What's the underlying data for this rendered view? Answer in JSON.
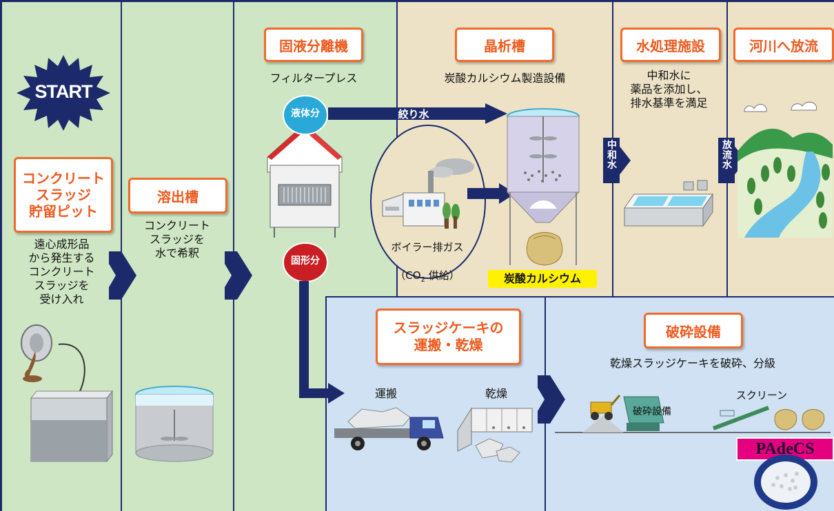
{
  "start_label": "START",
  "stage1": {
    "title": "コンクリート\nスラッジ\n貯留ピット",
    "desc": "遠心成形品\nから発生する\nコンクリート\nスラッジを\n受け入れ"
  },
  "stage2": {
    "title": "溶出槽",
    "desc": "コンクリート\nスラッジを\n水で希釈"
  },
  "stage3": {
    "title": "固液分離機",
    "desc": "フィルタープレス",
    "liquid_badge": "液体分",
    "solid_badge": "固形分",
    "pipe_label": "絞り水"
  },
  "stage4": {
    "title": "晶析槽",
    "desc": "炭酸カルシウム製造設備",
    "boiler_label": "ボイラー排ガス",
    "boiler_sub_prefix": "（CO",
    "boiler_sub_subscript": "2",
    "boiler_sub_suffix": " 供給）",
    "product_label": "炭酸カルシウム"
  },
  "stage5": {
    "title": "水処理施設",
    "desc": "中和水に\n薬品を添加し、\n排水基準を満足",
    "inflow_label": "中和水"
  },
  "stage6": {
    "title": "河川へ放流",
    "inflow_label": "放流水"
  },
  "stage7": {
    "title": "スラッジケーキの\n運搬・乾燥",
    "transport_label": "運搬",
    "dry_label": "乾燥"
  },
  "stage8": {
    "title": "破砕設備",
    "desc": "乾燥スラッジケーキを破砕、分級",
    "crusher_label": "破砕設備",
    "screen_label": "スクリーン",
    "product_logo": "PAdeCS"
  },
  "colors": {
    "green_panel": "#cfe6c4",
    "beige_panel": "#ede2c6",
    "blue_panel": "#cfe1f2",
    "navy": "#1c2a6b",
    "orange": "#f06a2a",
    "badge_blue": "#2aa8d8",
    "badge_red": "#c81e24",
    "yellow": "#fff200",
    "magenta": "#e4007f"
  }
}
